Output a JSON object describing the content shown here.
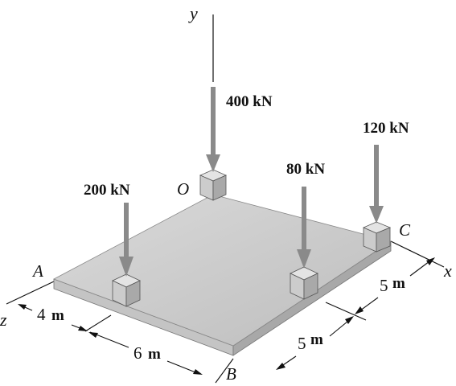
{
  "axes": {
    "x": "x",
    "y": "y",
    "z": "z"
  },
  "points": {
    "A": "A",
    "B": "B",
    "C": "C",
    "O": "O"
  },
  "loads": [
    {
      "id": "O",
      "label": "400 kN"
    },
    {
      "id": "C",
      "label": "120 kN"
    },
    {
      "id": "mid",
      "label": "80 kN"
    },
    {
      "id": "front",
      "label": "200 kN"
    }
  ],
  "dimensions": {
    "z_to_front": {
      "value": "4",
      "unit": "m"
    },
    "front_to_B": {
      "value": "6",
      "unit": "m"
    },
    "B_to_mid": {
      "value": "5",
      "unit": "m"
    },
    "mid_to_C": {
      "value": "5",
      "unit": "m"
    }
  },
  "colors": {
    "plate_top": "#cfcfcf",
    "plate_edge": "#b4b4b4",
    "arrow": "#8a8a8a",
    "block_top": "#e4e4e4",
    "block_front": "#cccccc",
    "block_side": "#a9a9a9"
  }
}
